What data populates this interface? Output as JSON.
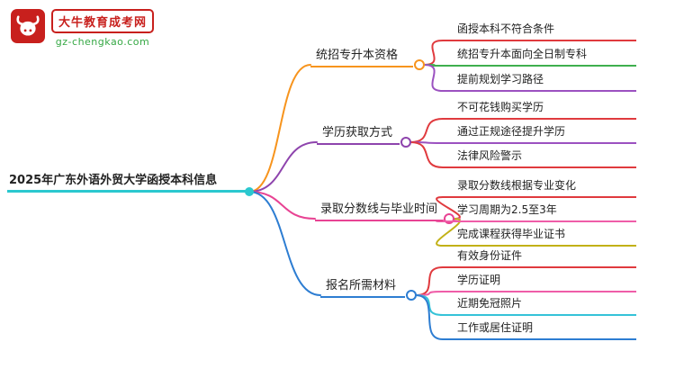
{
  "logo": {
    "title": "大牛教育成考网",
    "subtitle": "gz-chengkao.com",
    "brand_color": "#c8201d",
    "subtitle_color": "#35a844",
    "icon": "cow-logo-icon"
  },
  "mindmap": {
    "root": {
      "label": "2025年广东外语外贸大学函授本科信息",
      "color": "#2bc8cf"
    },
    "branches": [
      {
        "label": "统招专升本资格",
        "color": "#f7941d",
        "children": [
          {
            "label": "函授本科不符合条件",
            "color": "#e03a3e"
          },
          {
            "label": "统招专升本面向全日制专科",
            "color": "#3faf4e"
          },
          {
            "label": "提前规划学习路径",
            "color": "#9b51c0"
          }
        ]
      },
      {
        "label": "学历获取方式",
        "color": "#8e44ad",
        "children": [
          {
            "label": "不可花钱购买学历",
            "color": "#e03a3e"
          },
          {
            "label": "通过正规途径提升学历",
            "color": "#9b51c0"
          },
          {
            "label": "法律风险警示",
            "color": "#e03a3e"
          }
        ]
      },
      {
        "label": "录取分数线与毕业时间",
        "color": "#e84393",
        "children": [
          {
            "label": "录取分数线根据专业变化",
            "color": "#e03a3e"
          },
          {
            "label": "学习周期为2.5至3年",
            "color": "#ef5da8"
          },
          {
            "label": "完成课程获得毕业证书",
            "color": "#c2b117"
          }
        ]
      },
      {
        "label": "报名所需材料",
        "color": "#2d7dd2",
        "children": [
          {
            "label": "有效身份证件",
            "color": "#e03a3e"
          },
          {
            "label": "学历证明",
            "color": "#ef5da8"
          },
          {
            "label": "近期免冠照片",
            "color": "#35c3d8"
          },
          {
            "label": "工作或居住证明",
            "color": "#2d7dd2"
          }
        ]
      }
    ]
  }
}
